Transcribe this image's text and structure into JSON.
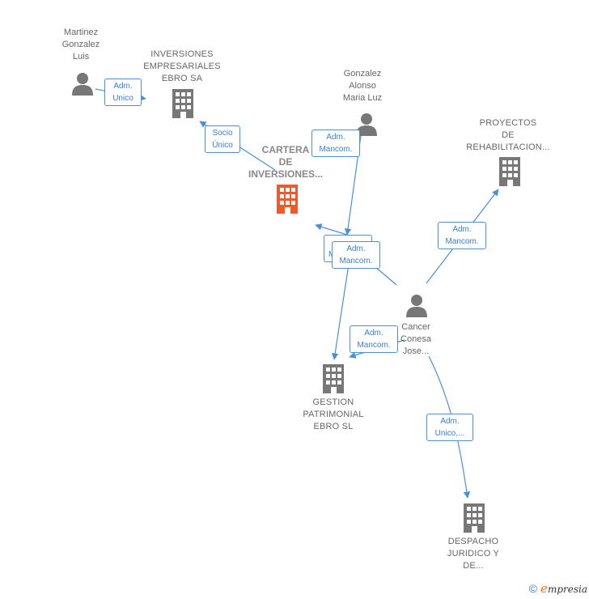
{
  "nodes": {
    "martinez": {
      "lines": [
        "Martinez",
        "Gonzalez",
        "Luis"
      ],
      "icon": "person-icon"
    },
    "inversiones_ebro": {
      "lines": [
        "INVERSIONES",
        "EMPRESARIALES",
        "EBRO SA"
      ],
      "icon": "building-icon"
    },
    "gonzalez_alonso": {
      "lines": [
        "Gonzalez",
        "Alonso",
        "Maria Luz"
      ],
      "icon": "person-icon"
    },
    "cartera": {
      "lines": [
        "CARTERA",
        "DE",
        "INVERSIONES..."
      ],
      "icon": "building-icon"
    },
    "proyectos": {
      "lines": [
        "PROYECTOS",
        "DE",
        "REHABILITACION..."
      ],
      "icon": "building-icon"
    },
    "cancer": {
      "lines": [
        "Cancer",
        "Conesa",
        "Jose..."
      ],
      "icon": "person-icon"
    },
    "gestion": {
      "lines": [
        "GESTION",
        "PATRIMONIAL",
        "EBRO  SL"
      ],
      "icon": "building-icon"
    },
    "despacho": {
      "lines": [
        "DESPACHO",
        "JURIDICO Y",
        "DE..."
      ],
      "icon": "building-icon"
    }
  },
  "edges": {
    "e1": {
      "lines": [
        "Adm.",
        "Unico"
      ]
    },
    "e2": {
      "lines": [
        "Socio",
        "Único"
      ]
    },
    "e3": {
      "lines": [
        "Adm.",
        "Mancom."
      ]
    },
    "e4": {
      "lines": [
        "Adm.",
        "Mancom."
      ]
    },
    "e5": {
      "lines": [
        "M"
      ]
    },
    "e6": {
      "lines": [
        "Adm.",
        "Mancom."
      ]
    },
    "e7": {
      "lines": [
        "Adm.",
        "Mancom."
      ]
    },
    "e8": {
      "lines": [
        "Adm.",
        "Unico,..."
      ]
    }
  },
  "colors": {
    "edge": "#4a8fd9",
    "icon": "#777777",
    "highlight": "#f05a28"
  },
  "watermark": {
    "symbol": "©",
    "brand_first": "e",
    "brand_rest": "mpresia"
  }
}
